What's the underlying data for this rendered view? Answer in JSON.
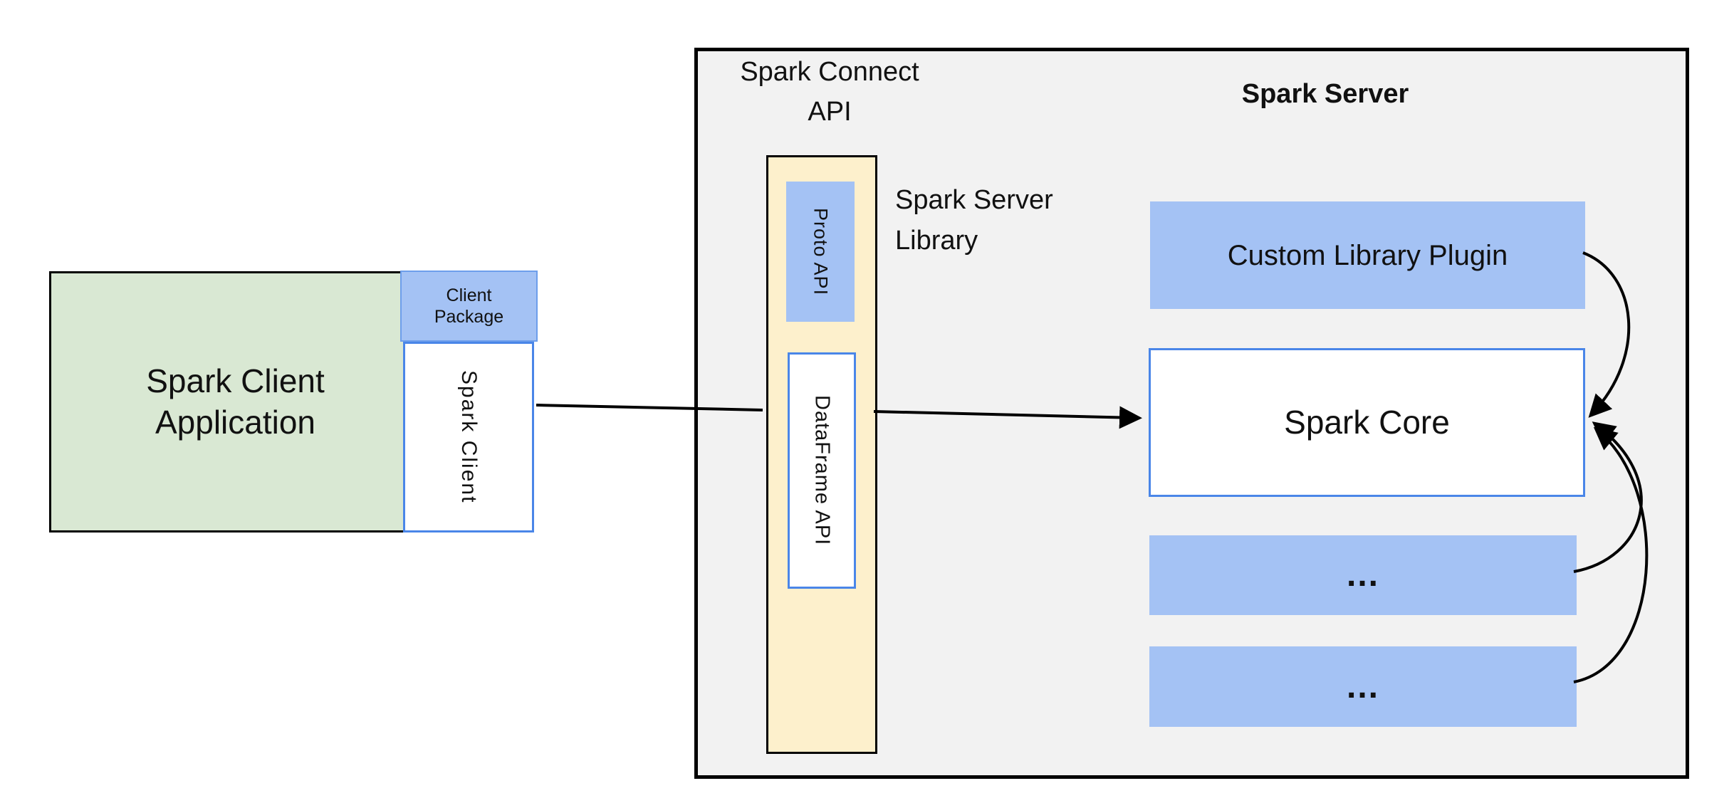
{
  "colors": {
    "page-bg": "#ffffff",
    "green-fill": "#d9e8d3",
    "blue-fill": "#a4c2f4",
    "blue-border": "#4a86e8",
    "package-border": "#6d9eeb",
    "yellow-fill": "#fdf0cc",
    "gray-fill": "#f2f2f2",
    "line-color": "#000000",
    "text-color": "#111111"
  },
  "client": {
    "app_line1": "Spark Client",
    "app_line2": "Application",
    "package_line1": "Client",
    "package_line2": "Package",
    "spark_client": "Spark Client"
  },
  "connect": {
    "title_line1": "Spark Connect",
    "title_line2": "API",
    "proto_api": "Proto API",
    "dataframe_api": "DataFrame API",
    "library_line1": "Spark Server",
    "library_line2": "Library"
  },
  "server": {
    "title": "Spark Server",
    "custom_plugin": "Custom Library Plugin",
    "spark_core": "Spark Core",
    "ellipsis_top": "...",
    "ellipsis_bottom": "..."
  }
}
